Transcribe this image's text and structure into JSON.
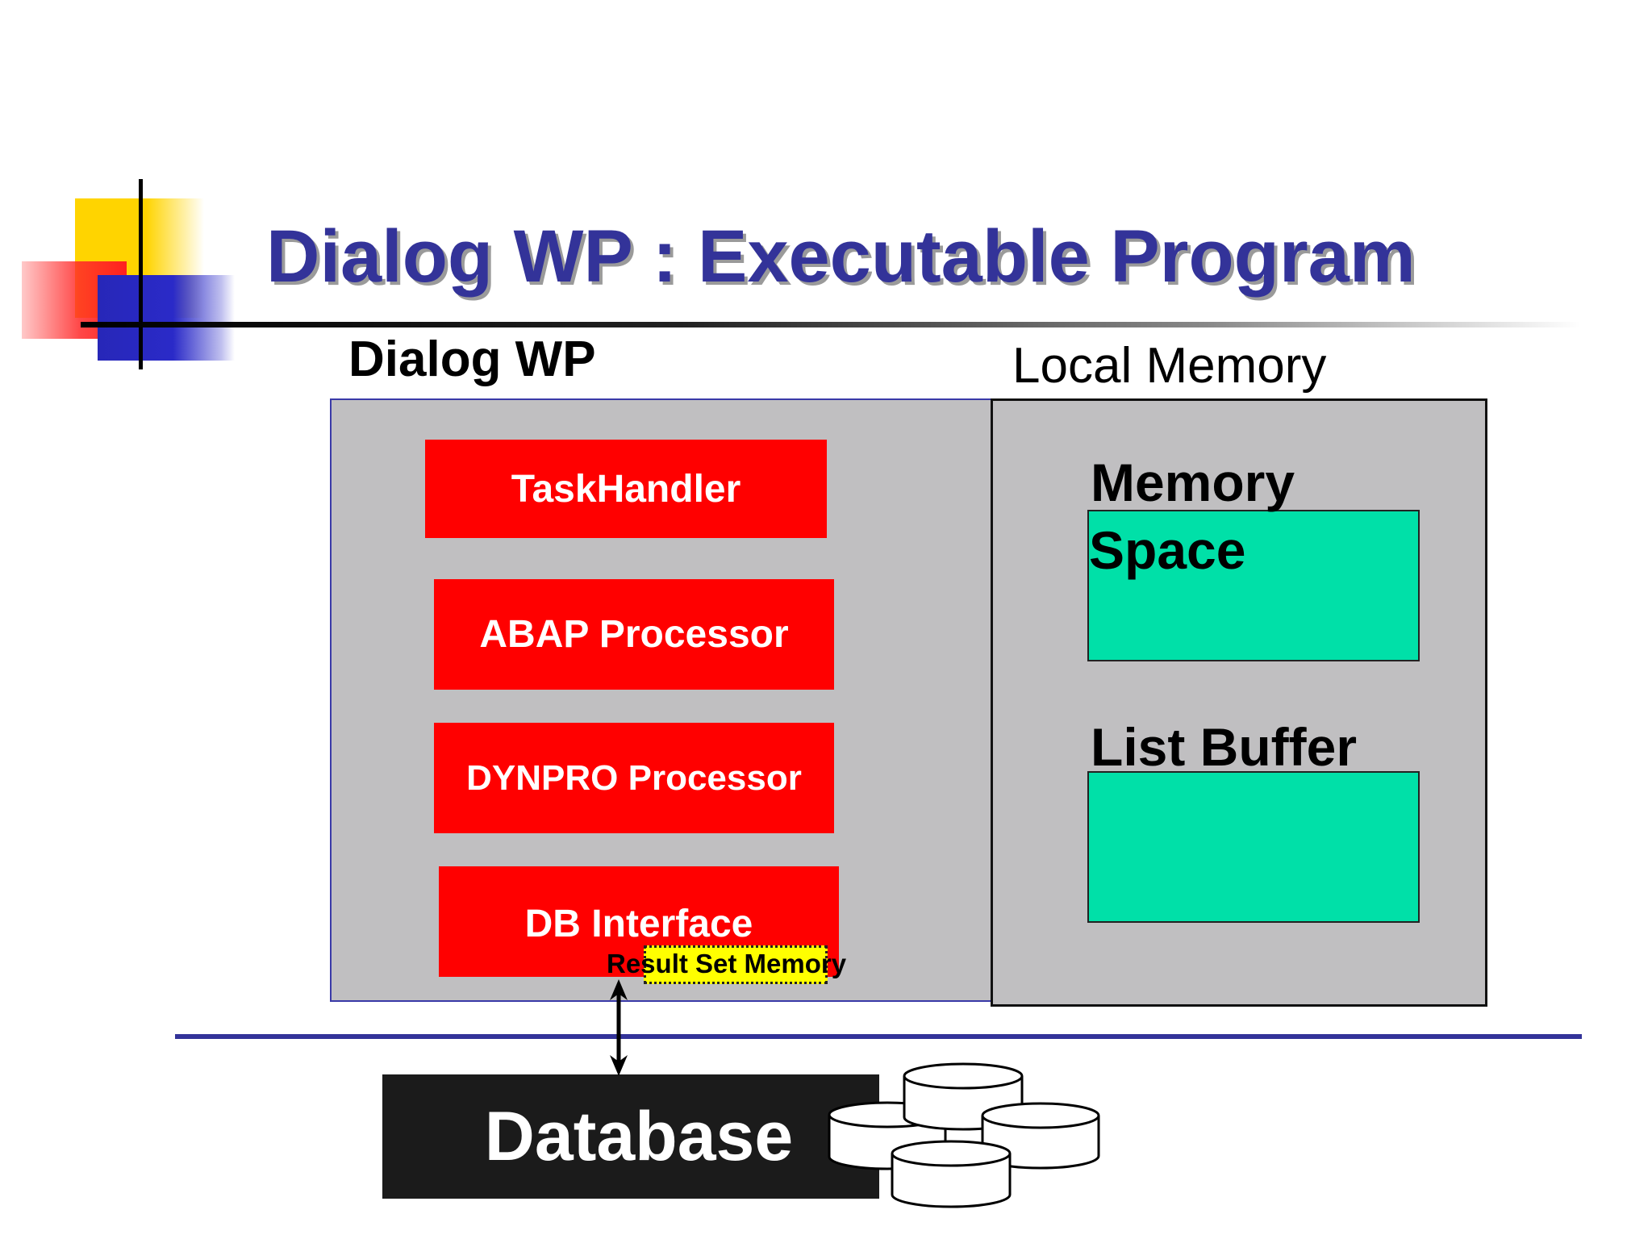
{
  "slide": {
    "title": "Dialog WP : Executable Program"
  },
  "dialog_wp": {
    "label": "Dialog WP",
    "components": {
      "taskhandler": "TaskHandler",
      "abap_processor": "ABAP Processor",
      "dynpro_processor": "DYNPRO Processor",
      "db_interface": "DB Interface"
    },
    "result_set_memory": "Result Set Memory"
  },
  "local_memory": {
    "label": "Local Memory",
    "memory_space_line1": "Memory",
    "memory_space_line2": "Space",
    "list_buffer": "List Buffer"
  },
  "database": {
    "label": "Database"
  },
  "colors": {
    "title": "#333399",
    "component_red": "#ff0000",
    "memory_green": "#00e0a8",
    "result_set_yellow": "#ffff00",
    "panel_gray": "#c0bfc1",
    "database_black": "#1b1b1b"
  }
}
